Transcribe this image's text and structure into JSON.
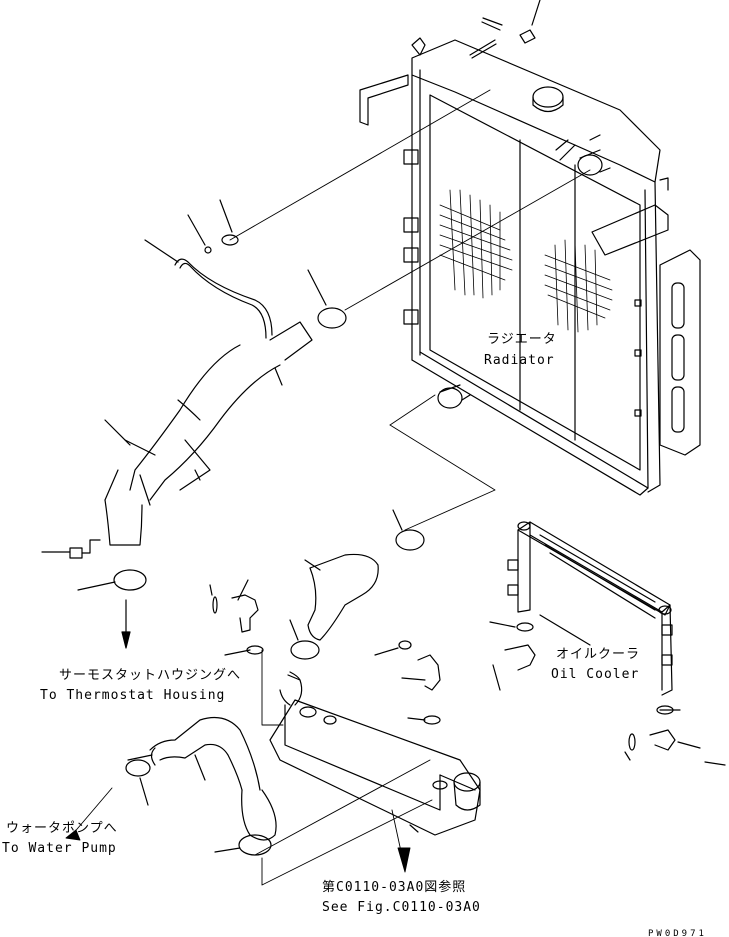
{
  "labels": {
    "radiator_jp": "ラジエータ",
    "radiator_en": "Radiator",
    "oil_cooler_jp": "オイルクーラ",
    "oil_cooler_en": "Oil Cooler",
    "thermostat_jp": "サーモスタットハウジングへ",
    "thermostat_en": "To Thermostat Housing",
    "water_pump_jp": "ウォータポンプへ",
    "water_pump_en": "To Water Pump",
    "see_fig_jp": "第C0110-03A0図参照",
    "see_fig_en": "See Fig.C0110-03A0",
    "drawing_code": "PW0D971"
  }
}
